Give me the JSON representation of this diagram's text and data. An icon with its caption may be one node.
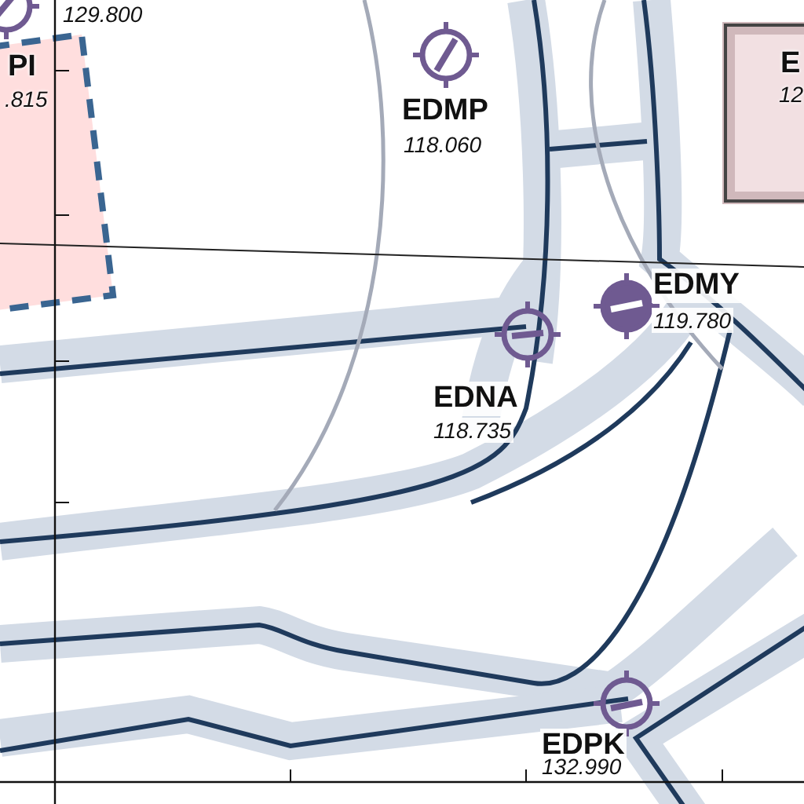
{
  "diagram": {
    "labels": [
      "129.800",
      "PI",
      ".815",
      "EDMP",
      "118.060",
      "E",
      "12",
      "EDMY",
      "119.780",
      "EDNA",
      "118.735",
      "EDPK",
      "132.990"
    ]
  }
}
